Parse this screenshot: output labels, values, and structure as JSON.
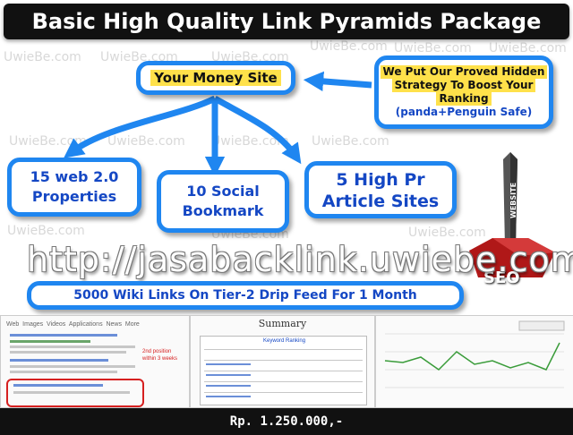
{
  "title": "Basic High Quality Link Pyramids Package",
  "watermark": "UwieBe.com",
  "boxes": {
    "money_site": "Your Money Site",
    "strategy_line1": "We Put Our Proved Hidden",
    "strategy_line2": "Strategy To Boost Your",
    "strategy_line3": "Ranking",
    "strategy_line4": "(panda+Penguin Safe)",
    "web20_line1": "15 web 2.0",
    "web20_line2": "Properties",
    "social_line1": "10 Social",
    "social_line2": "Bookmark",
    "article_line1": "5 High Pr",
    "article_line2": "Article Sites",
    "wiki": "5000 Wiki Links On Tier-2 Drip Feed For 1 Month"
  },
  "url": "http://jasabacklink.uwiebe.com",
  "seo": {
    "rock_label": "WEBSITE",
    "badge": "SEO"
  },
  "screenshots": {
    "summary_title": "Summary",
    "search_tabs": [
      "Web",
      "Images",
      "Videos",
      "Applications",
      "News",
      "More"
    ],
    "keyword_header": "Keyword Ranking",
    "position_label": "2nd position within 3 weeks"
  },
  "price": "Rp. 1.250.000,-",
  "colors": {
    "box_border": "#1f86f0",
    "box_text": "#1447c4",
    "highlight": "#ffe14a",
    "arrow": "#1f86f0",
    "seo_red": "#b01818"
  }
}
